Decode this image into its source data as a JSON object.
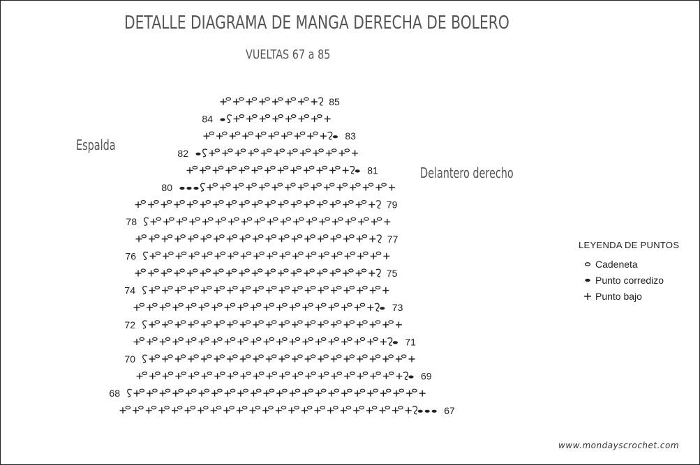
{
  "title": "DETALLE DIAGRAMA DE MANGA DERECHA DE BOLERO",
  "subtitle": "VUELTAS 67 a 85",
  "side_left": "Espalda",
  "side_right": "Delantero derecho",
  "legend": {
    "title": "LEYENDA DE PUNTOS",
    "items": [
      {
        "symbol": "chain",
        "label": "Cadeneta"
      },
      {
        "symbol": "slip",
        "label": "Punto corredizo"
      },
      {
        "symbol": "sc",
        "label": "Punto bajo"
      }
    ]
  },
  "rows": [
    {
      "n": "85",
      "prefix": 0,
      "pairs": 7,
      "suffix": 0,
      "turn": "right"
    },
    {
      "n": "84",
      "prefix": 1,
      "pairs": 7,
      "suffix": 0,
      "turn": "left"
    },
    {
      "n": "83",
      "prefix": 0,
      "pairs": 9,
      "suffix": 1,
      "turn": "right"
    },
    {
      "n": "82",
      "prefix": 1,
      "pairs": 11,
      "suffix": 0,
      "turn": "left"
    },
    {
      "n": "81",
      "prefix": 0,
      "pairs": 12,
      "suffix": 1,
      "turn": "right"
    },
    {
      "n": "80",
      "prefix": 3,
      "pairs": 14,
      "suffix": 0,
      "turn": "left"
    },
    {
      "n": "79",
      "prefix": 0,
      "pairs": 18,
      "suffix": 0,
      "turn": "right"
    },
    {
      "n": "78",
      "prefix": 0,
      "pairs": 18,
      "suffix": 0,
      "turn": "left"
    },
    {
      "n": "77",
      "prefix": 0,
      "pairs": 18,
      "suffix": 0,
      "turn": "right"
    },
    {
      "n": "76",
      "prefix": 0,
      "pairs": 18,
      "suffix": 0,
      "turn": "left"
    },
    {
      "n": "75",
      "prefix": 0,
      "pairs": 18,
      "suffix": 0,
      "turn": "right"
    },
    {
      "n": "74",
      "prefix": 0,
      "pairs": 18,
      "suffix": 0,
      "turn": "left"
    },
    {
      "n": "73",
      "prefix": 0,
      "pairs": 18,
      "suffix": 1,
      "turn": "right"
    },
    {
      "n": "72",
      "prefix": 0,
      "pairs": 19,
      "suffix": 0,
      "turn": "left"
    },
    {
      "n": "71",
      "prefix": 0,
      "pairs": 19,
      "suffix": 1,
      "turn": "right"
    },
    {
      "n": "70",
      "prefix": 0,
      "pairs": 20,
      "suffix": 0,
      "turn": "left"
    },
    {
      "n": "69",
      "prefix": 0,
      "pairs": 20,
      "suffix": 1,
      "turn": "right"
    },
    {
      "n": "68",
      "prefix": 0,
      "pairs": 22,
      "suffix": 0,
      "turn": "left"
    },
    {
      "n": "67",
      "prefix": 0,
      "pairs": 22,
      "suffix": 3,
      "turn": "right"
    }
  ],
  "footer": "www.mondayscrochet.com"
}
